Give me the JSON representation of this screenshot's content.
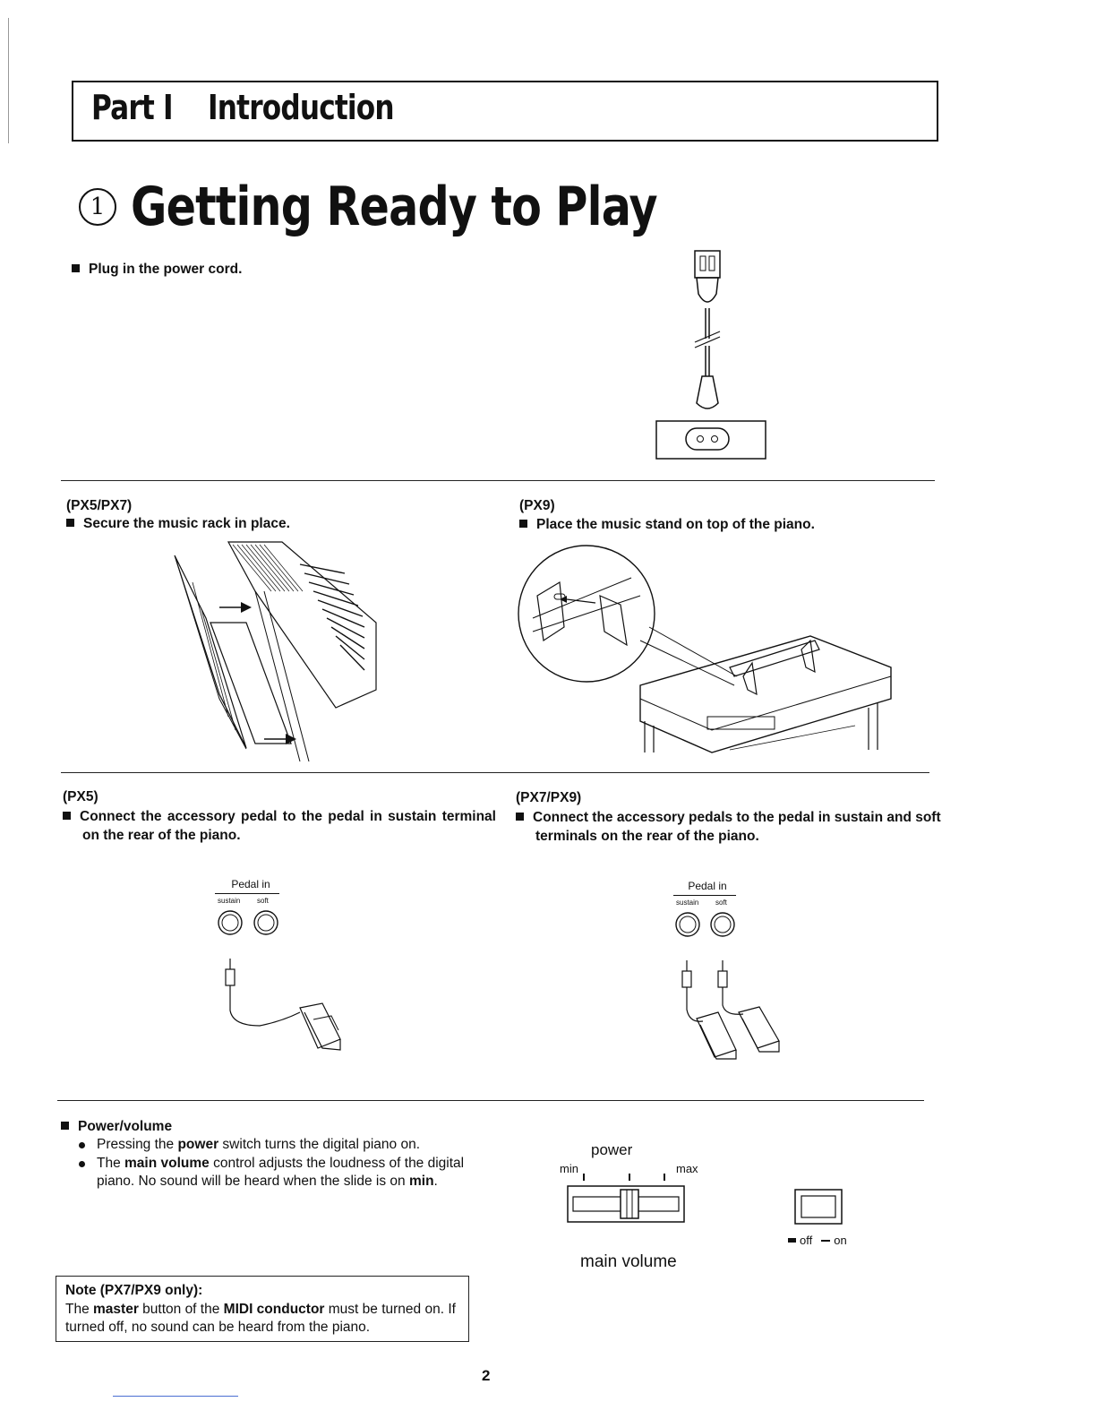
{
  "header": {
    "part_label": "Part I",
    "part_title": "Introduction"
  },
  "chapter": {
    "number": "1",
    "title": "Getting Ready to Play"
  },
  "power_cord": {
    "instruction": "Plug in the power cord."
  },
  "music_rack": {
    "model": "(PX5/PX7)",
    "instruction": "Secure the music rack in place."
  },
  "music_stand": {
    "model": "(PX9)",
    "instruction": "Place the music stand on top of the piano."
  },
  "pedal_px5": {
    "model": "(PX5)",
    "instruction": "Connect the accessory pedal to the pedal in sustain terminal on the rear of the piano.",
    "panel_title": "Pedal in",
    "sustain_label": "sustain",
    "soft_label": "soft"
  },
  "pedal_px7": {
    "model": "(PX7/PX9)",
    "instruction": "Connect the accessory pedals to the pedal in sustain and soft terminals on the rear of the piano.",
    "panel_title": "Pedal in",
    "sustain_label": "sustain",
    "soft_label": "soft"
  },
  "power_volume": {
    "heading": "Power/volume",
    "item1_pre": "Pressing the ",
    "item1_bold": "power",
    "item1_post": " switch turns the digital piano on.",
    "item2_pre": "The ",
    "item2_bold": "main volume",
    "item2_mid": " control adjusts the loudness of the digital piano. No sound will be heard when the slide is on ",
    "item2_bold2": "min",
    "item2_post": "."
  },
  "slider_panel": {
    "power_label": "power",
    "min_label": "min",
    "max_label": "max",
    "volume_label": "main volume"
  },
  "switch_panel": {
    "off_label": "off",
    "on_label": "on"
  },
  "note": {
    "title": "Note (PX7/PX9 only):",
    "pre": "The ",
    "bold1": "master",
    "mid": " button of the ",
    "bold2": "MIDI conductor",
    "post": " must be turned on. If turned off, no sound can be heard from the piano."
  },
  "page_number": "2"
}
